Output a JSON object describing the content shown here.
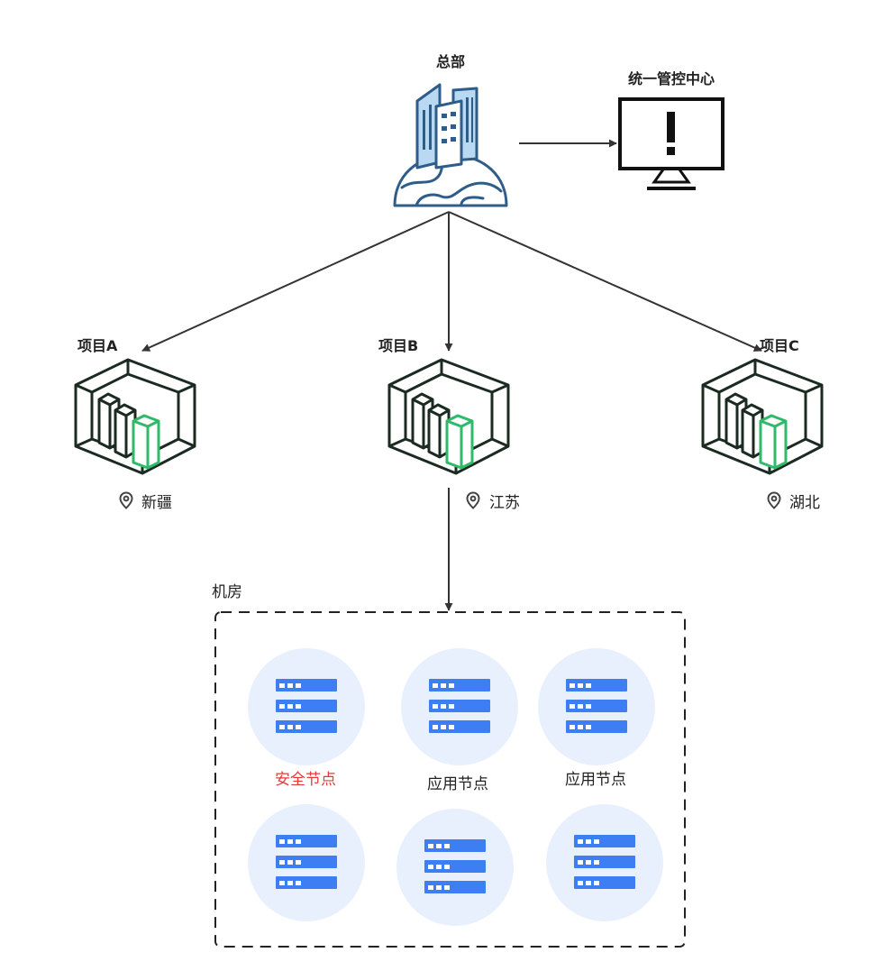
{
  "headquarters": {
    "label": "总部",
    "icon": "office-buildings-on-globe-icon"
  },
  "control_center": {
    "label": "统一管控中心",
    "icon": "monitor-alert-icon"
  },
  "projects": [
    {
      "label": "项目A",
      "location": "新疆",
      "icon": "server-room-icon"
    },
    {
      "label": "项目B",
      "location": "江苏",
      "icon": "server-room-icon"
    },
    {
      "label": "项目C",
      "location": "湖北",
      "icon": "server-room-icon"
    }
  ],
  "machine_room": {
    "label": "机房",
    "nodes": [
      {
        "label": "安全节点",
        "highlight": true,
        "icon": "server-rack-icon"
      },
      {
        "label": "应用节点",
        "highlight": false,
        "icon": "server-rack-icon"
      },
      {
        "label": "应用节点",
        "highlight": false,
        "icon": "server-rack-icon"
      },
      {
        "label": "",
        "highlight": false,
        "icon": "server-rack-icon"
      },
      {
        "label": "",
        "highlight": false,
        "icon": "server-rack-icon"
      },
      {
        "label": "",
        "highlight": false,
        "icon": "server-rack-icon"
      }
    ]
  },
  "colors": {
    "line": "#333333",
    "building_stroke": "#2f5d8a",
    "building_fill": "#b9d9f2",
    "room_stroke": "#1c2b22",
    "rack_green": "#2fba6a",
    "node_circle": "#e8f0fd",
    "node_rack": "#3d7ff2",
    "highlight_text": "#e03b3b",
    "location_pin": "#444444"
  }
}
